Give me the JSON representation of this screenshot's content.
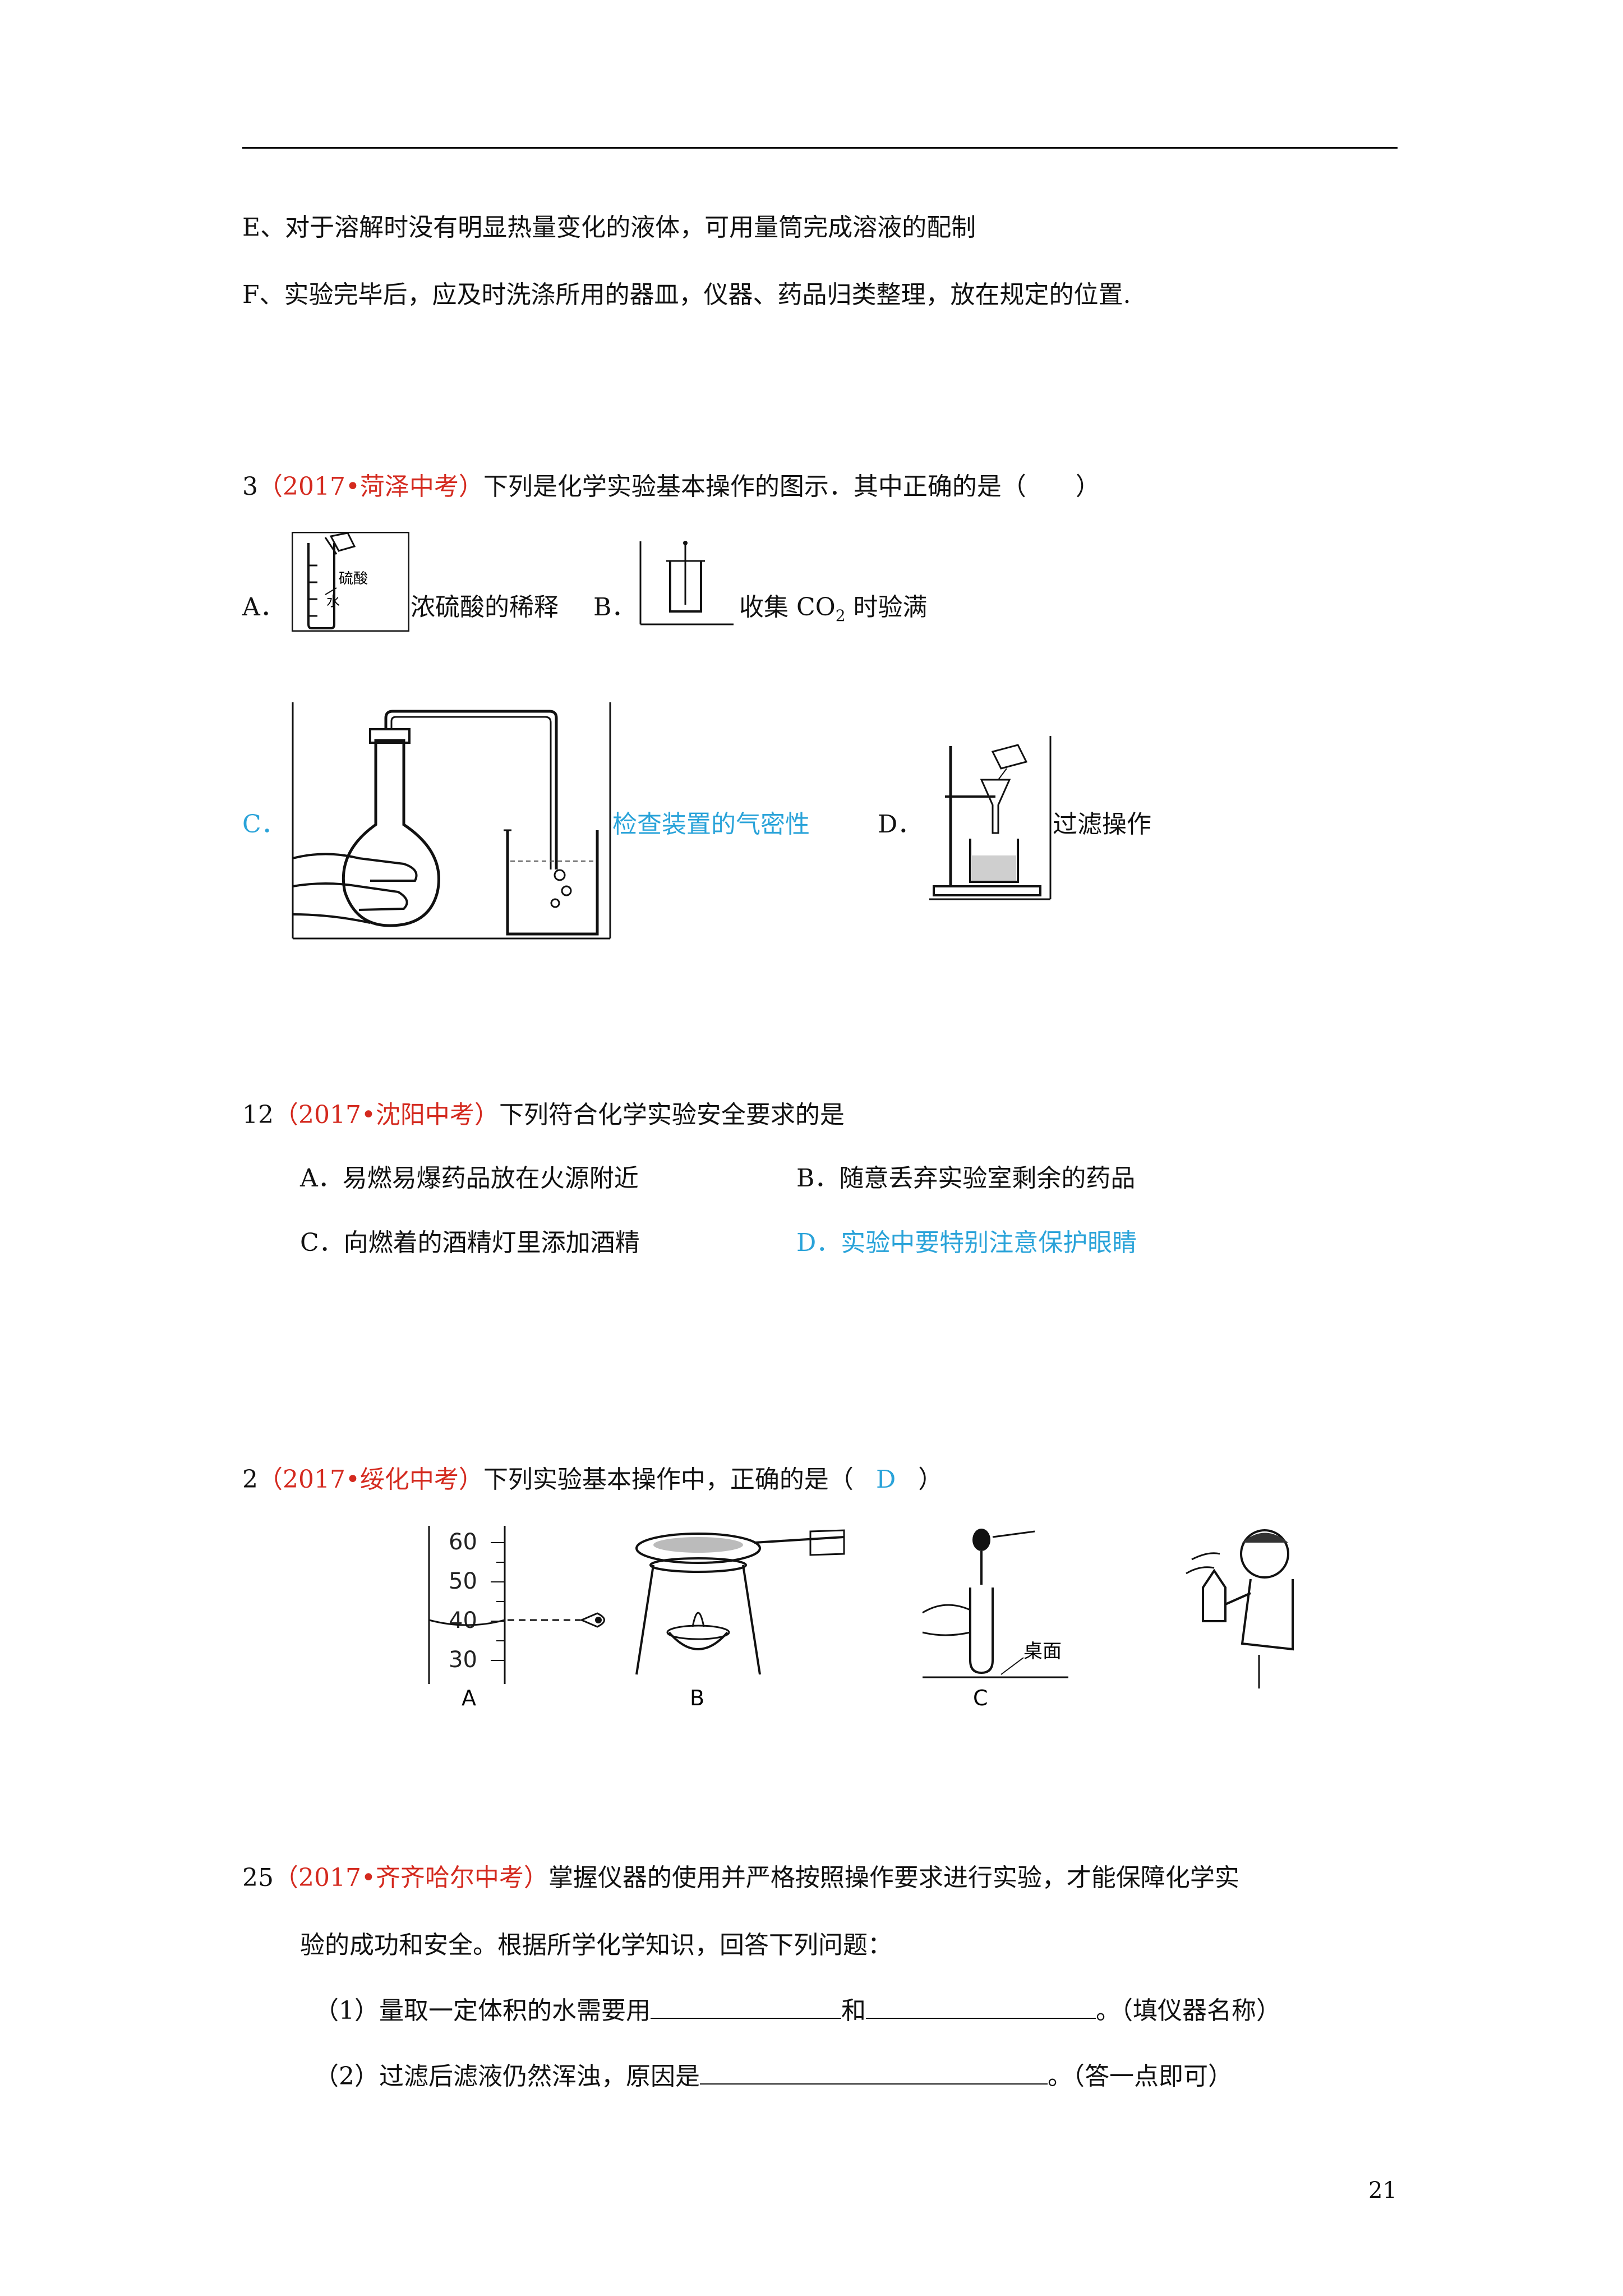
{
  "lines": {
    "e": "E、对于溶解时没有明显热量变化的液体，可用量筒完成溶液的配制",
    "f": "F、实验完毕后，应及时洗涤所用的器皿，仪器、药品归类整理，放在规定的位置."
  },
  "q3": {
    "num": "3",
    "source": "（2017•菏泽中考）",
    "stem": "下列是化学实验基本操作的图示．其中正确的是（　　）",
    "a_label": "A．",
    "a_text": "浓硫酸的稀释",
    "a_fig_label1": "硫酸",
    "a_fig_label2": "水",
    "b_label": "B．",
    "b_text_pre": "收集 CO",
    "b_text_sub": "2",
    "b_text_post": " 时验满",
    "c_label": "C．",
    "c_text": "检查装置的气密性",
    "d_label": "D．",
    "d_text": "过滤操作"
  },
  "q12": {
    "num": "12",
    "source": "（2017•沈阳中考）",
    "stem": "下列符合化学实验安全要求的是",
    "a": "A．易燃易爆药品放在火源附近",
    "b": "B．随意丢弃实验室剩余的药品",
    "c": "C．向燃着的酒精灯里添加酒精",
    "d": "D．实验中要特别注意保护眼睛"
  },
  "q2": {
    "num": "2",
    "source": "（2017•绥化中考）",
    "stem": "下列实验基本操作中，正确的是（",
    "answer": "D",
    "stem_end": "）",
    "fig": {
      "ticks": [
        "60",
        "50",
        "40",
        "30"
      ],
      "label_a": "A",
      "label_b": "B",
      "label_c": "C",
      "label_table": "桌面"
    }
  },
  "q25": {
    "num": "25",
    "source": "（2017•齐齐哈尔中考）",
    "stem1": "掌握仪器的使用并严格按照操作要求进行实验，才能保障化学实",
    "stem2": "验的成功和安全。根据所学化学知识，回答下列问题：",
    "p1_pre": "（1）量取一定体积的水需要用",
    "p1_mid": "和",
    "p1_post": "。（填仪器名称）",
    "p2_pre": "（2）过滤后滤液仍然浑浊，原因是",
    "p2_post": "。（答一点即可）"
  },
  "page_number": "21",
  "colors": {
    "source": "#d42a1f",
    "answer": "#2aa3d9"
  }
}
